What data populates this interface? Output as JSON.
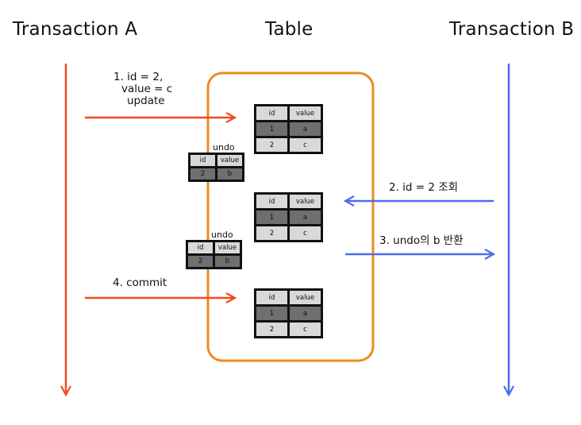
{
  "headers": {
    "transaction_a": "Transaction A",
    "table": "Table",
    "transaction_b": "Transaction B"
  },
  "steps": {
    "update_line1": "1. id = 2,",
    "update_line2": "value = c",
    "update_line3": "update",
    "read": "2. id = 2 조회",
    "undo_return": "3. undo의 b 반환",
    "commit": "4. commit"
  },
  "undo_label": "undo",
  "table_columns": [
    "id",
    "value"
  ],
  "snapshots": [
    {
      "rows": [
        [
          "1",
          "a"
        ],
        [
          "2",
          "c"
        ]
      ]
    },
    {
      "rows": [
        [
          "1",
          "a"
        ],
        [
          "2",
          "c"
        ]
      ]
    },
    {
      "rows": [
        [
          "1",
          "a"
        ],
        [
          "2",
          "c"
        ]
      ]
    }
  ],
  "undo_records": [
    {
      "rows": [
        [
          "2",
          "b"
        ]
      ]
    },
    {
      "rows": [
        [
          "2",
          "b"
        ]
      ]
    }
  ],
  "colors": {
    "transaction_a": "#f04a23",
    "transaction_b": "#4a6ee8",
    "table_border": "#ec8b22"
  }
}
